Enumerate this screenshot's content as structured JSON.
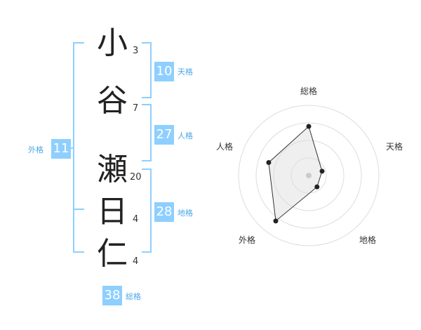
{
  "name_chars": [
    {
      "char": "小",
      "strokes": "3"
    },
    {
      "char": "谷",
      "strokes": "7"
    },
    {
      "char": "瀬",
      "strokes": "20"
    },
    {
      "char": "日",
      "strokes": "4"
    },
    {
      "char": "仁",
      "strokes": "4"
    }
  ],
  "kaku": {
    "tenkaku": {
      "value": "10",
      "label": "天格"
    },
    "jinkaku": {
      "value": "27",
      "label": "人格"
    },
    "chikaku": {
      "value": "28",
      "label": "地格"
    },
    "gaikaku": {
      "value": "11",
      "label": "外格"
    },
    "soukaku": {
      "value": "38",
      "label": "総格"
    }
  },
  "colors": {
    "accent": "#8ecfff",
    "label": "#4aa8e8",
    "text": "#222222"
  },
  "chart_data": {
    "type": "radar",
    "axes": [
      "総格",
      "天格",
      "地格",
      "外格",
      "人格"
    ],
    "values": [
      0.7,
      0.2,
      0.2,
      0.8,
      0.6
    ],
    "max": 1,
    "rings": 4
  }
}
